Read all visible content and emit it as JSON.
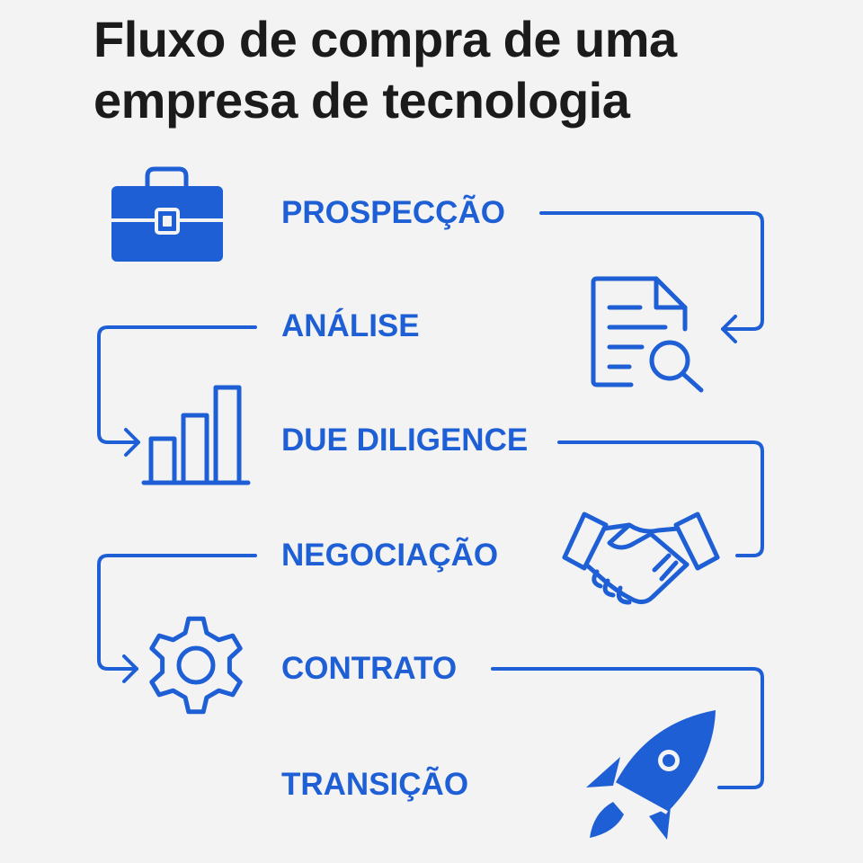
{
  "diagram": {
    "title": "Fluxo de compra de uma empresa de tecnologia",
    "accent_color": "#1f5fd6",
    "steps": [
      {
        "label": "PROSPECÇÃO",
        "icon": "briefcase-icon"
      },
      {
        "label": "ANÁLISE",
        "icon": "document-search-icon"
      },
      {
        "label": "DUE DILIGENCE",
        "icon": "bar-chart-icon"
      },
      {
        "label": "NEGOCIAÇÃO",
        "icon": "handshake-icon"
      },
      {
        "label": "CONTRATO",
        "icon": "gear-icon"
      },
      {
        "label": "TRANSIÇÃO",
        "icon": "rocket-icon"
      }
    ]
  }
}
